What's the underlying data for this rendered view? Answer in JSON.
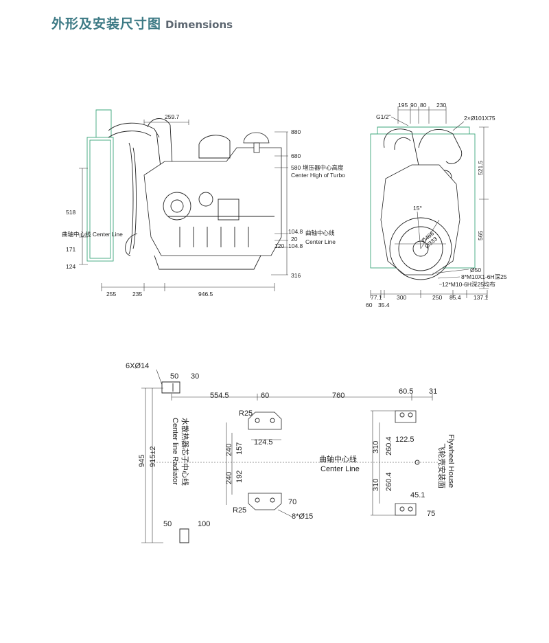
{
  "header": {
    "title_zh": "外形及安装尺寸图",
    "title_en": "Dimensions"
  },
  "side_view": {
    "top_length": "259.7",
    "heights": [
      "880",
      "680",
      "580"
    ],
    "turbo_center_zh": "增压器中心高度",
    "turbo_center_en": "Center High of Turbo",
    "crank_offsets": [
      "104.8",
      "20",
      "104.8"
    ],
    "crank_small": "120",
    "crank_label_zh": "曲轴中心线",
    "crank_label_en": "Center Line",
    "bottom_depth": "316",
    "left_dims": [
      "518",
      "171",
      "124"
    ],
    "left_center_label": "曲轴中心线 Center Line",
    "bottom_dims": [
      "255",
      "235",
      "946.5"
    ]
  },
  "end_view": {
    "top_dims": [
      "195",
      "90",
      "80",
      "230"
    ],
    "pipe_label": "G1/2\"",
    "flange_label": "2×Ø101X75",
    "right_dims": [
      "521.5",
      "565"
    ],
    "angle": "15°",
    "flywheel_dims": [
      "Ø466",
      "Ø333"
    ],
    "holes": [
      "Ø50",
      "8*M10X1-6H深25",
      "12*M10-6H深25均布"
    ],
    "bottom_dims": [
      "77.1",
      "300",
      "250",
      "85.4",
      "137.1"
    ],
    "bottom_dims2": [
      "60",
      "35.4"
    ]
  },
  "mount_plan": {
    "holes_top": "6XØ14",
    "top_small": [
      "50",
      "30"
    ],
    "spans": [
      "554.5",
      "60",
      "760"
    ],
    "right_small": [
      "60.5",
      "31"
    ],
    "radius_top": "R25",
    "dim_124": "124.5",
    "left_total": [
      "945",
      "915±2"
    ],
    "vert_up": [
      "240",
      "157"
    ],
    "vert_down": [
      "240",
      "192"
    ],
    "radius_bottom": "R25",
    "dim_70": "70",
    "holes_bottom": "8*Ø15",
    "radiator_en": "Center line Radiator",
    "radiator_zh": "水散热器芯子中心线",
    "crank_zh": "曲轴中心线",
    "crank_en": "Center Line",
    "right_vert_up": [
      "310",
      "260.4"
    ],
    "dim_122": "122.5",
    "right_vert_down": [
      "310",
      "260.4"
    ],
    "dim_45": "45.1",
    "dim_75": "75",
    "bottom_small": [
      "50",
      "100"
    ],
    "flywheel_en": "Flywheel House",
    "flywheel_zh": "飞轮壳安装面"
  }
}
